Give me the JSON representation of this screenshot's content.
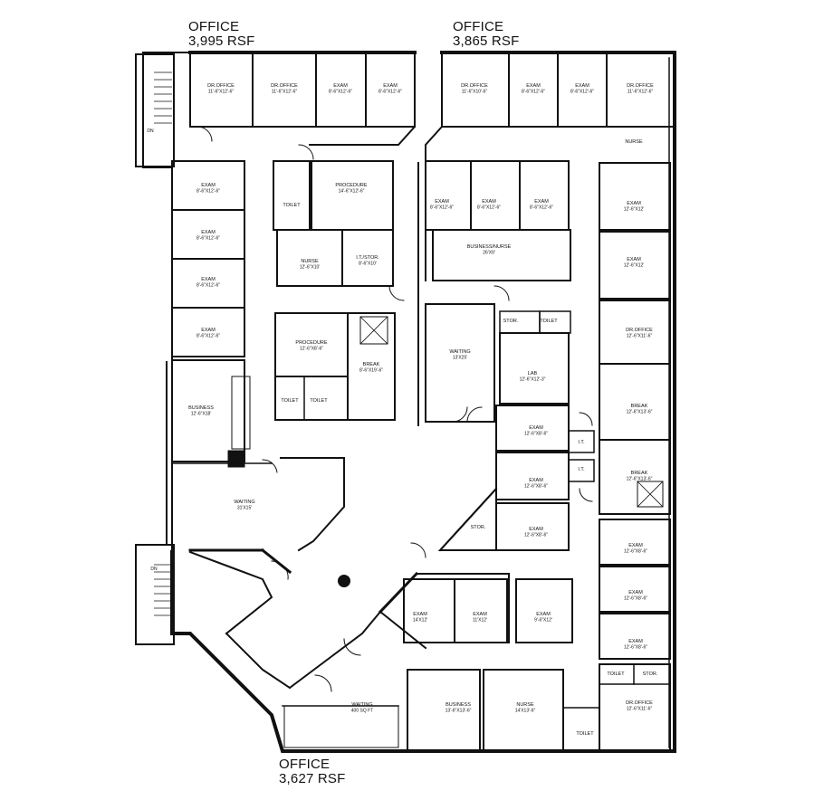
{
  "offices": [
    {
      "name": "OFFICE",
      "area": "3,995 RSF"
    },
    {
      "name": "OFFICE",
      "area": "3,865 RSF"
    },
    {
      "name": "OFFICE",
      "area": "3,627 RSF"
    }
  ],
  "rooms": [
    {
      "id": "r1",
      "label": "DR.OFFICE",
      "dims": "11'-6\"X12'-6\""
    },
    {
      "id": "r2",
      "label": "DR.OFFICE",
      "dims": "11'-6\"X12'-6\""
    },
    {
      "id": "r3",
      "label": "EXAM",
      "dims": "8'-6\"X12'-6\""
    },
    {
      "id": "r4",
      "label": "EXAM",
      "dims": "8'-6\"X12'-6\""
    },
    {
      "id": "r5",
      "label": "DR.OFFICE",
      "dims": "11'-6\"X10'-6\""
    },
    {
      "id": "r6",
      "label": "EXAM",
      "dims": "8'-6\"X12'-6\""
    },
    {
      "id": "r7",
      "label": "EXAM",
      "dims": "8'-6\"X12'-6\""
    },
    {
      "id": "r8",
      "label": "DR.OFFICE",
      "dims": "11'-6\"X12'-6\""
    },
    {
      "id": "r9",
      "label": "NURSE",
      "dims": ""
    },
    {
      "id": "r10",
      "label": "EXAM",
      "dims": "8'-6\"X12'-6\""
    },
    {
      "id": "r11",
      "label": "EXAM",
      "dims": "8'-6\"X12'-6\""
    },
    {
      "id": "r12",
      "label": "EXAM",
      "dims": "8'-6\"X12'-6\""
    },
    {
      "id": "r13",
      "label": "EXAM",
      "dims": "8'-6\"X12'-6\""
    },
    {
      "id": "r14",
      "label": "BUSINESS",
      "dims": "12'-6\"X18'"
    },
    {
      "id": "r15",
      "label": "PROCEDURE",
      "dims": "14'-6\"X12'-6\""
    },
    {
      "id": "r16",
      "label": "TOILET",
      "dims": ""
    },
    {
      "id": "r17",
      "label": "NURSE",
      "dims": "12'-6\"X10'"
    },
    {
      "id": "r18",
      "label": "I.T./STOR.",
      "dims": "8'-6\"X10'"
    },
    {
      "id": "r19",
      "label": "PROCEDURE",
      "dims": "12'-6\"X8'-6\""
    },
    {
      "id": "r20",
      "label": "BREAK",
      "dims": "8'-6\"X19'-6\""
    },
    {
      "id": "r21",
      "label": "TOILET",
      "dims": ""
    },
    {
      "id": "r22",
      "label": "TOILET",
      "dims": ""
    },
    {
      "id": "r23",
      "label": "WAITING",
      "dims": "31'X15'"
    },
    {
      "id": "r24",
      "label": "EXAM",
      "dims": "8'-6\"X12'-6\""
    },
    {
      "id": "r25",
      "label": "EXAM",
      "dims": "8'-6\"X12'-6\""
    },
    {
      "id": "r26",
      "label": "EXAM",
      "dims": "8'-6\"X12'-6\""
    },
    {
      "id": "r27",
      "label": "BUSINESS/NURSE",
      "dims": "26'X9'"
    },
    {
      "id": "r28",
      "label": "WAITING",
      "dims": "13'X25'"
    },
    {
      "id": "r29",
      "label": "STOR.",
      "dims": ""
    },
    {
      "id": "r30",
      "label": "TOILET",
      "dims": ""
    },
    {
      "id": "r31",
      "label": "LAB",
      "dims": "12'-6\"X12'-3\""
    },
    {
      "id": "r32",
      "label": "EXAM",
      "dims": "12'-6\"X8'-6\""
    },
    {
      "id": "r33",
      "label": "EXAM",
      "dims": "12'-6\"X8'-6\""
    },
    {
      "id": "r34",
      "label": "EXAM",
      "dims": "12'-6\"X8'-6\""
    },
    {
      "id": "r35",
      "label": "STOR.",
      "dims": ""
    },
    {
      "id": "r36",
      "label": "I.T.",
      "dims": ""
    },
    {
      "id": "r37",
      "label": "I.T.",
      "dims": ""
    },
    {
      "id": "r38",
      "label": "EXAM",
      "dims": "12'-6\"X12'"
    },
    {
      "id": "r39",
      "label": "EXAM",
      "dims": "12'-6\"X12'"
    },
    {
      "id": "r40",
      "label": "DR.OFFICE",
      "dims": "12'-6\"X11'-6\""
    },
    {
      "id": "r41",
      "label": "BREAK",
      "dims": "12'-6\"X13'-6\""
    },
    {
      "id": "r42",
      "label": "BREAK",
      "dims": "12'-6\"X13'-6\""
    },
    {
      "id": "r43",
      "label": "EXAM",
      "dims": "12'-6\"X8'-6\""
    },
    {
      "id": "r44",
      "label": "EXAM",
      "dims": "12'-6\"X8'-6\""
    },
    {
      "id": "r45",
      "label": "EXAM",
      "dims": "12'-6\"X8'-6\""
    },
    {
      "id": "r46",
      "label": "TOILET",
      "dims": ""
    },
    {
      "id": "r47",
      "label": "STOR.",
      "dims": ""
    },
    {
      "id": "r48",
      "label": "DR.OFFICE",
      "dims": "12'-6\"X11'-6\""
    },
    {
      "id": "r49",
      "label": "EXAM",
      "dims": "14'X12'"
    },
    {
      "id": "r50",
      "label": "EXAM",
      "dims": "11'X12'"
    },
    {
      "id": "r51",
      "label": "EXAM",
      "dims": "9'-6\"X12'"
    },
    {
      "id": "r52",
      "label": "BUSINESS",
      "dims": "13'-6\"X13'-6\""
    },
    {
      "id": "r53",
      "label": "NURSE",
      "dims": "14'X13'-6\""
    },
    {
      "id": "r54",
      "label": "WAITING",
      "dims": "400 SQ FT"
    },
    {
      "id": "r55",
      "label": "TOILET",
      "dims": ""
    }
  ],
  "stairs": [
    {
      "label": "DN"
    },
    {
      "label": "DN"
    }
  ],
  "colors": {
    "line": "#111111",
    "background": "#ffffff"
  }
}
